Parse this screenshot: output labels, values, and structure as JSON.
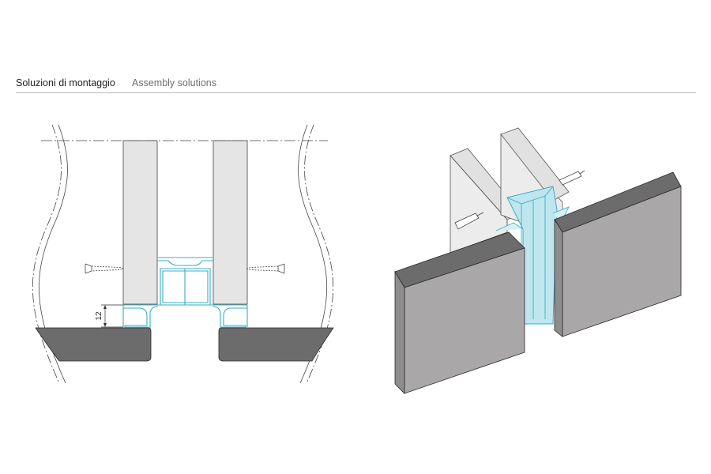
{
  "header": {
    "title_it": "Soluzioni di montaggio",
    "title_en": "Assembly solutions"
  },
  "section_drawing": {
    "dimension_label": "12"
  },
  "colors": {
    "panel_light": "#e5e5e5",
    "panel_dark_face": "#a9a7a8",
    "panel_dark_top": "#6d6c6d",
    "profile_cyan": "#3aaec4",
    "profile_cyan_fill": "#bfe6ee",
    "outline": "#2a2a2a"
  }
}
